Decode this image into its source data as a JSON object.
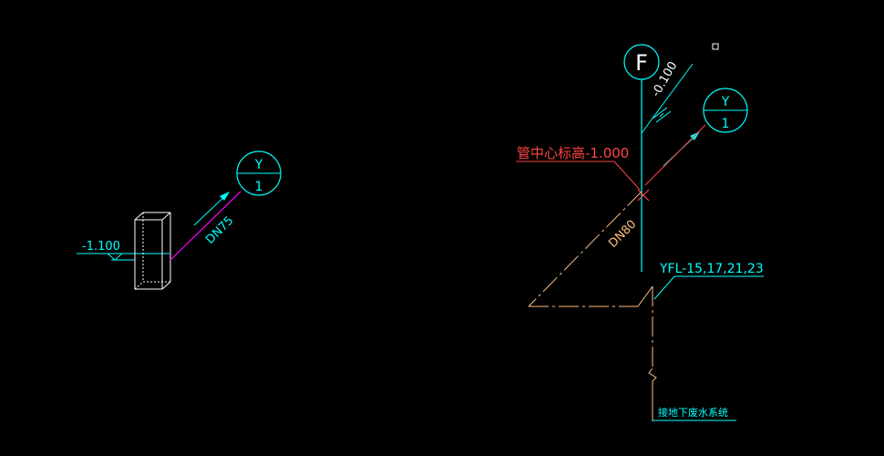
{
  "colors": {
    "background": "#000000",
    "cyan": "#00ffff",
    "white": "#ffffff",
    "magenta": "#ff00ff",
    "orange": "#ffbf7f",
    "red": "#ff4444",
    "green": "#66ff66"
  },
  "left_detail": {
    "elevation_label": "-1.100",
    "pipe_label": "DN75",
    "marker_top": "Y",
    "marker_bottom": "1"
  },
  "right_detail": {
    "riser_marker": "F",
    "elevation_label": "-0.100",
    "marker_top": "Y",
    "marker_bottom": "1",
    "center_elevation_label": "管中心标高-1.000",
    "pipe_label": "DN80",
    "riser_group_label": "YFL-15,17,21,23",
    "connection_label": "接地下废水系统"
  }
}
